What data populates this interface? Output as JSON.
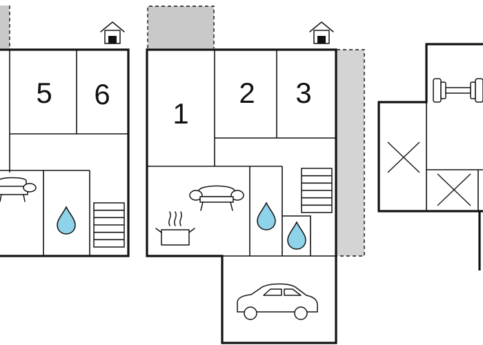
{
  "plan": {
    "colors": {
      "wall": "#111111",
      "terrace": "#c9c9c9",
      "water": "#8fd3ea",
      "background": "#ffffff"
    },
    "left_floor": {
      "rooms": [
        {
          "number": "5"
        },
        {
          "number": "6"
        }
      ],
      "icons": [
        "house-entrance-icon",
        "sofa-icon",
        "water-drop-icon",
        "stairs-icon"
      ]
    },
    "middle_floor": {
      "rooms": [
        {
          "number": "1"
        },
        {
          "number": "2"
        },
        {
          "number": "3"
        }
      ],
      "icons": [
        "house-entrance-icon",
        "sofa-icon",
        "cooking-pot-icon",
        "water-drop-icon",
        "water-drop-icon",
        "stairs-icon",
        "car-icon"
      ]
    },
    "right_floor": {
      "icons": [
        "dumbbell-icon",
        "cross-mark-icon",
        "cross-mark-icon"
      ]
    }
  }
}
